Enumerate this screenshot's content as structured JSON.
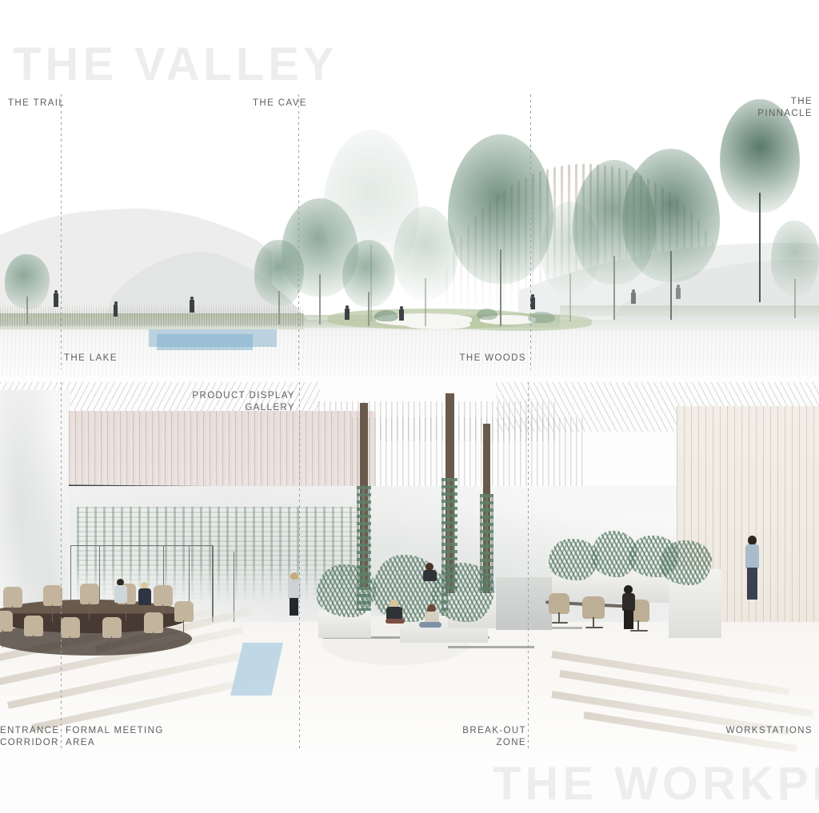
{
  "sections": {
    "upper": {
      "ghost_title": "THE VALLEY",
      "labels": {
        "trail": "THE TRAIL",
        "cave": "THE CAVE",
        "pinnacle": "THE\nPINNACLE",
        "lake": "THE LAKE",
        "woods": "THE WOODS"
      }
    },
    "lower": {
      "ghost_title": "THE WORKPLACE",
      "labels": {
        "gallery": "PRODUCT DISPLAY\nGALLERY",
        "entrance": "ENTRANCE\nCORRIDOR",
        "meeting": "FORMAL MEETING\nAREA",
        "breakout": "BREAK-OUT\nZONE",
        "workstations": "WORKSTATIONS"
      }
    }
  },
  "colors": {
    "ghost_text": "#eceeed",
    "label_text": "#5b5e60",
    "dash_line": "#9a9d9e",
    "foliage_green": "#5e7f6b",
    "foliage_light": "#9cb6a4",
    "water_blue": "#a8c6d9",
    "pool_blue": "#b6d2e3",
    "wood_warm": "#eadfdc",
    "wood_floor": "#d0c8bc",
    "column_brown": "#6a5a4c",
    "chair_tan": "#c3b49d",
    "beam_dark": "#3c4145",
    "concrete_grey": "#f6f7f6"
  }
}
